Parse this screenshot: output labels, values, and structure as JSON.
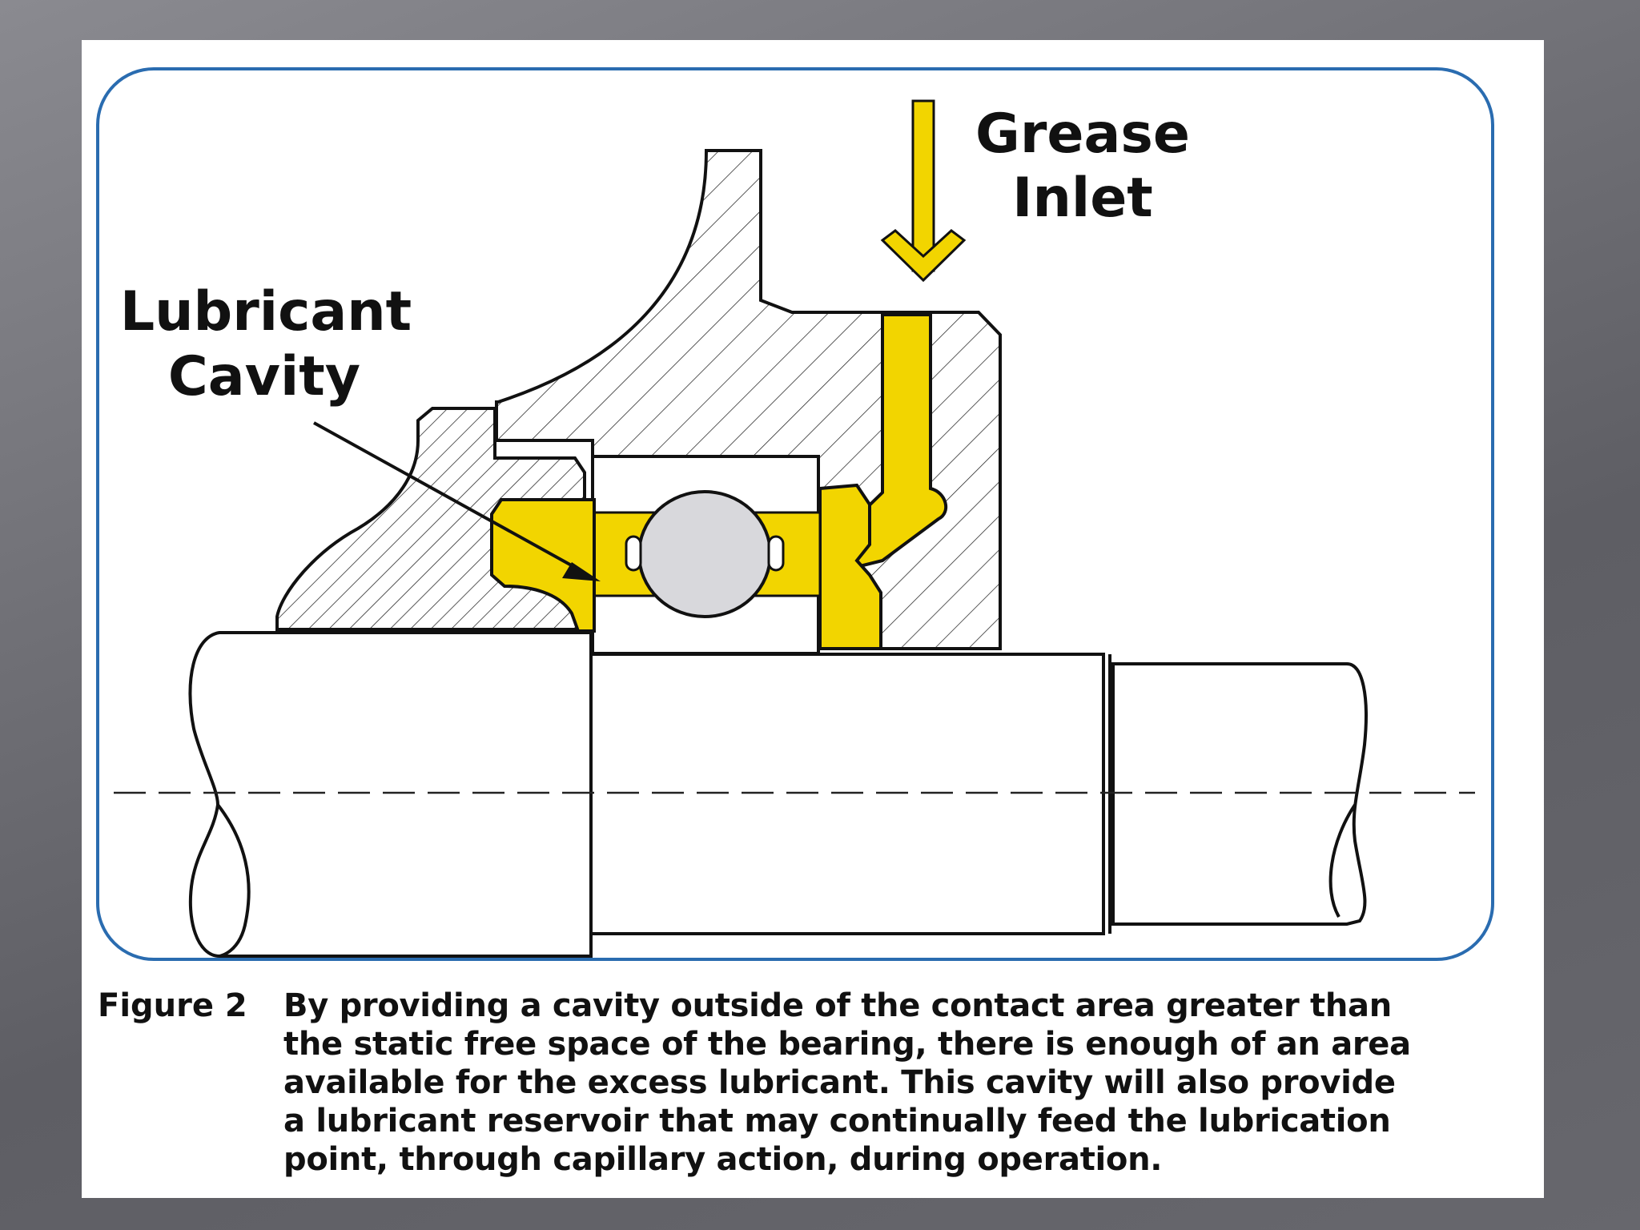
{
  "diagram": {
    "labels": {
      "grease_inlet_line1": "Grease",
      "grease_inlet_line2": "Inlet",
      "lubricant_cavity_line1": "Lubricant",
      "lubricant_cavity_line2": "Cavity"
    },
    "colors": {
      "frame_border": "#2a6cb0",
      "grease": "#f2d500",
      "ball": "#d8d8dc",
      "outline": "#111111"
    }
  },
  "caption": {
    "label": "Figure 2",
    "text": "By providing a cavity outside of the contact area greater than the static free space of the bearing, there is enough of an area available for the excess lubricant. This cavity will also provide a lubricant reservoir that may continually feed the lubrication point, through capillary action, during operation."
  }
}
